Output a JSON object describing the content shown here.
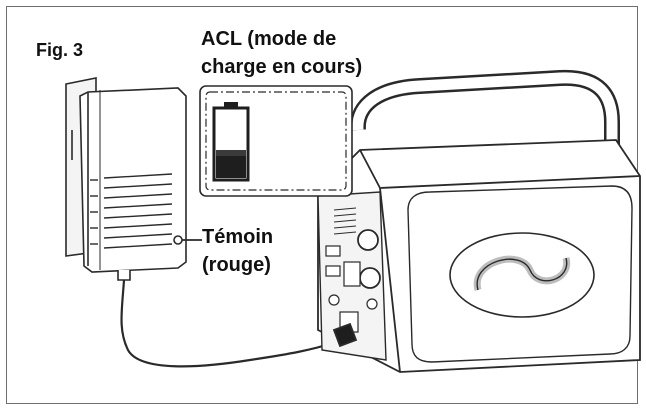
{
  "figure": {
    "label": "Fig. 3",
    "lcd_label_line1": "ACL (mode de",
    "lcd_label_line2": "charge en cours)",
    "indicator_label_line1": "Témoin",
    "indicator_label_line2": "(rouge)"
  },
  "colors": {
    "line": "#2a2a2a",
    "light_fill": "#f4f4f4",
    "mid_fill": "#bdbdbd",
    "dark_fill": "#1e1e1e"
  },
  "icons": [
    "wall-outlet-icon",
    "charger-adapter-icon",
    "lcd-battery-icon",
    "power-station-icon",
    "charging-cable-icon"
  ]
}
